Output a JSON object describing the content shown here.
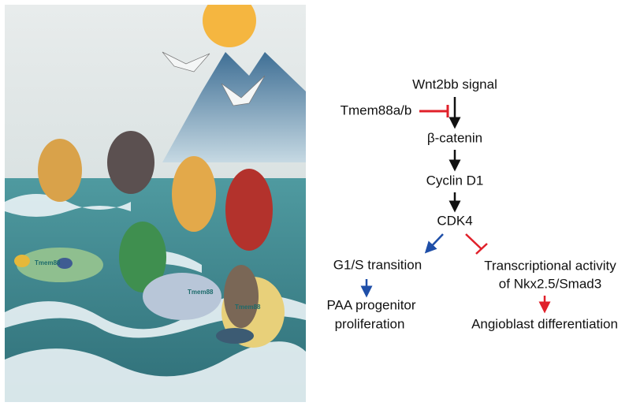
{
  "illustration": {
    "labels": [
      "Tmem88",
      "Tmem88",
      "Tmem88"
    ]
  },
  "diagram": {
    "nodes": {
      "wnt": "Wnt2bb signal",
      "tmem": "Tmem88a/b",
      "catenin": "β-catenin",
      "cyclin": "Cyclin D1",
      "cdk4": "CDK4",
      "g1s": "G1/S transition",
      "paa_line1": "PAA progenitor",
      "paa_line2": "proliferation",
      "trans_line1": "Transcriptional activity",
      "trans_line2": "of Nkx2.5/Smad3",
      "angio": "Angioblast differentiation"
    },
    "colors": {
      "activate": "#111111",
      "inhibit": "#e0202a",
      "blue": "#1f4fa8"
    }
  }
}
